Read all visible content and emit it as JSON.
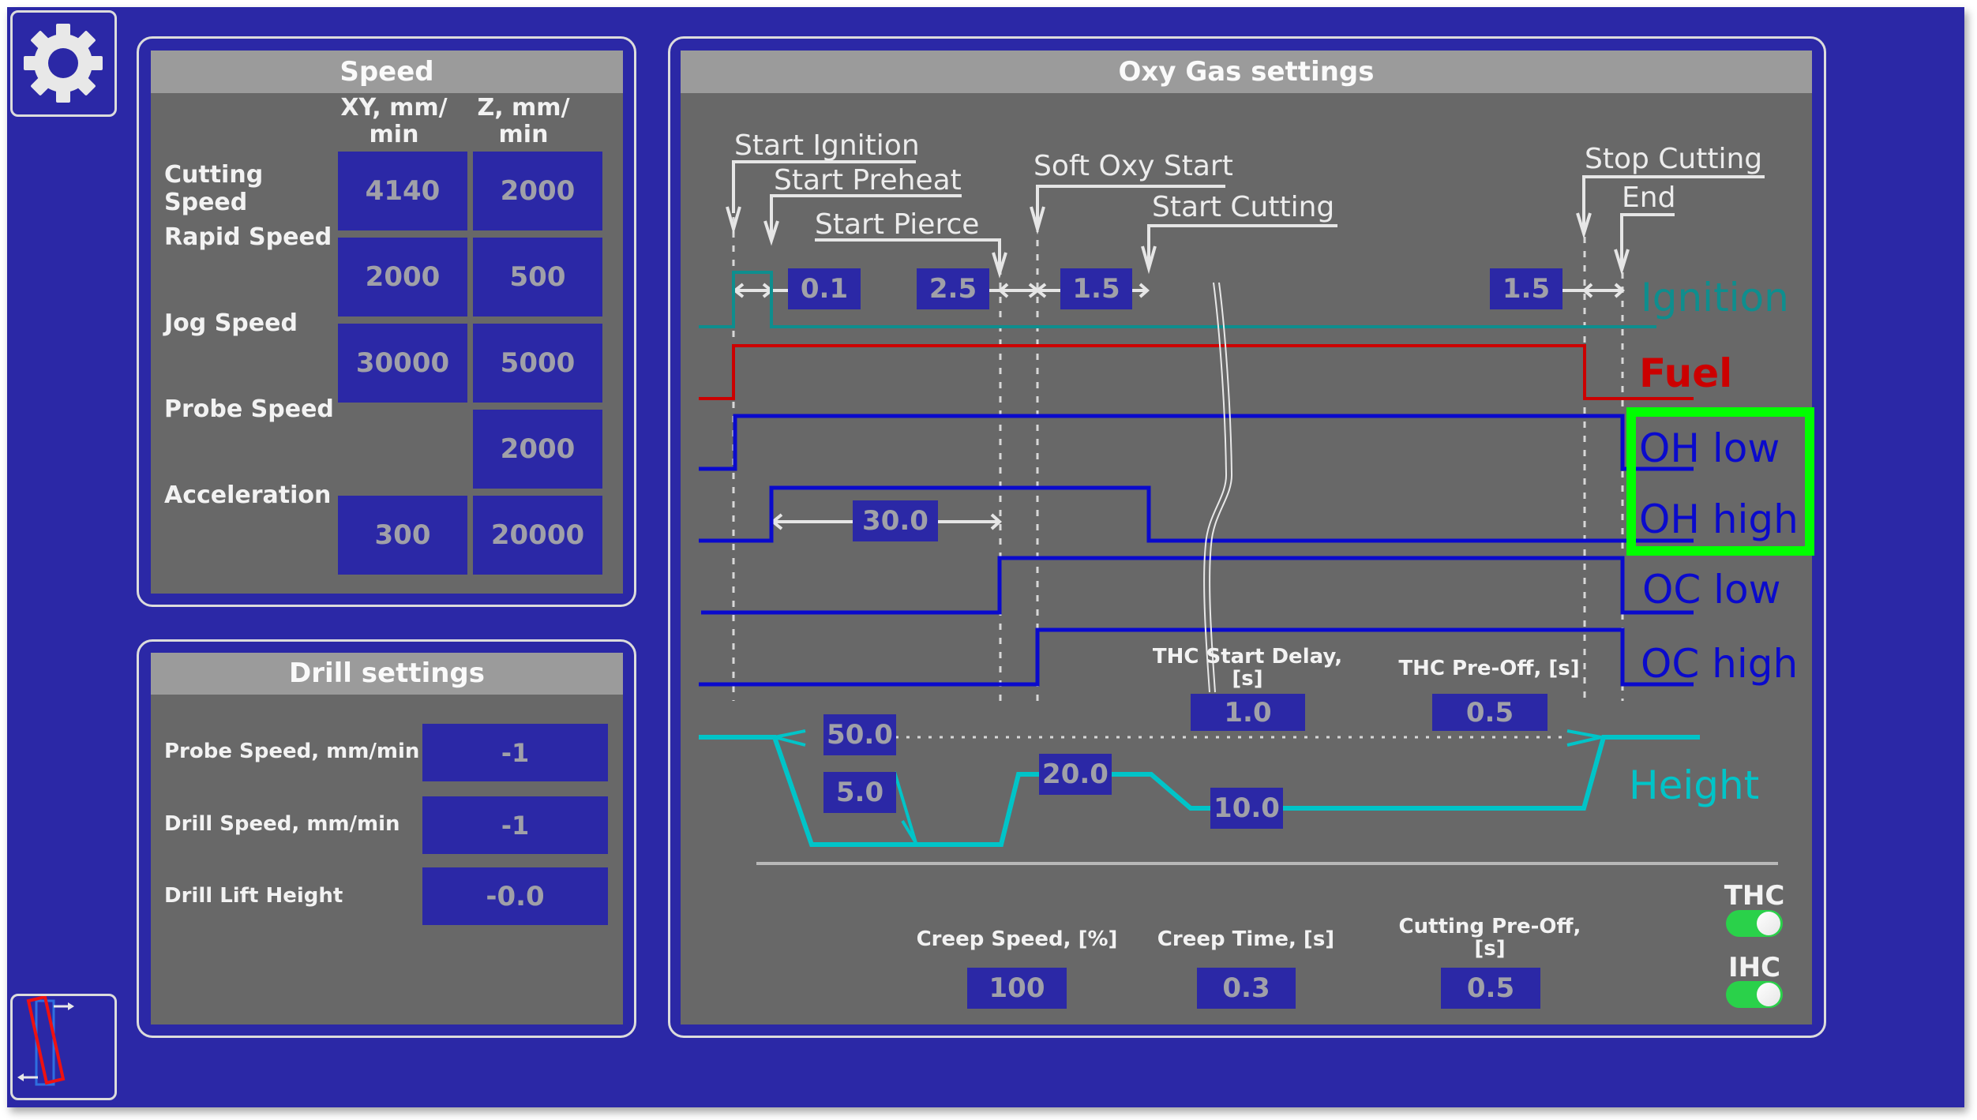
{
  "toolbar": {
    "settings_icon": "gear-icon",
    "bottom_icon": "tilted-plate-alignment-icon"
  },
  "speed": {
    "title": "Speed",
    "col_xy": "XY, mm/ min",
    "col_xy_line1": "XY, mm/",
    "col_xy_line2": "min",
    "col_z_line1": "Z, mm/",
    "col_z_line2": "min",
    "rows": [
      {
        "label_line1": "Cutting",
        "label_line2": "Speed",
        "xy": "4140",
        "z": "2000"
      },
      {
        "label_line1": "Rapid Speed",
        "label_line2": "",
        "xy": "2000",
        "z": "500"
      },
      {
        "label_line1": "Jog Speed",
        "label_line2": "",
        "xy": "30000",
        "z": "5000"
      },
      {
        "label_line1": "Probe Speed",
        "label_line2": "",
        "xy": null,
        "z": "2000"
      },
      {
        "label_line1": "Acceleration",
        "label_line2": "",
        "xy": "300",
        "z": "20000"
      }
    ]
  },
  "drill": {
    "title": "Drill settings",
    "rows": [
      {
        "label": "Probe Speed, mm/min",
        "value": "-1"
      },
      {
        "label": "Drill Speed, mm/min",
        "value": "-1"
      },
      {
        "label": "Drill Lift Height",
        "value": "-0.0"
      }
    ]
  },
  "oxy": {
    "title": "Oxy Gas settings",
    "events": {
      "start_ignition": "Start Ignition",
      "start_preheat": "Start Preheat",
      "start_pierce": "Start Pierce",
      "soft_oxy_start": "Soft Oxy Start",
      "start_cutting": "Start Cutting",
      "stop_cutting": "Stop Cutting",
      "end": "End"
    },
    "times": {
      "ignition_time": "0.1",
      "preheat_time": "2.5",
      "soft_oxy_time": "1.5",
      "end_time": "1.5",
      "oh_high_time": "30.0"
    },
    "signals": {
      "ignition": {
        "label": "Ignition",
        "color": "#0e8e8e"
      },
      "fuel": {
        "label": "Fuel",
        "color": "#cc0000"
      },
      "oh_low": {
        "label": "OH low",
        "color": "#0a0acc"
      },
      "oh_high": {
        "label": "OH high",
        "color": "#0a0acc"
      },
      "oc_low": {
        "label": "OC low",
        "color": "#0a0acc"
      },
      "oc_high": {
        "label": "OC high",
        "color": "#0a0acc"
      },
      "height": {
        "label": "Height",
        "color": "#00c4c8"
      }
    },
    "highlight_color": "#00ff00",
    "heights": {
      "initial": "50.0",
      "pierce": "5.0",
      "creep": "20.0",
      "cut": "10.0"
    },
    "thc_start_delay": {
      "label_line1": "THC Start Delay,",
      "label_line2": "[s]",
      "value": "1.0"
    },
    "thc_pre_off": {
      "label": "THC Pre-Off, [s]",
      "value": "0.5"
    },
    "creep_speed": {
      "label": "Creep Speed, [%]",
      "value": "100"
    },
    "creep_time": {
      "label": "Creep Time, [s]",
      "value": "0.3"
    },
    "cutting_pre_off": {
      "label_line1": "Cutting Pre-Off,",
      "label_line2": "[s]",
      "value": "0.5"
    },
    "toggles": [
      {
        "label": "THC",
        "on": true
      },
      {
        "label": "IHC",
        "on": true
      }
    ]
  }
}
